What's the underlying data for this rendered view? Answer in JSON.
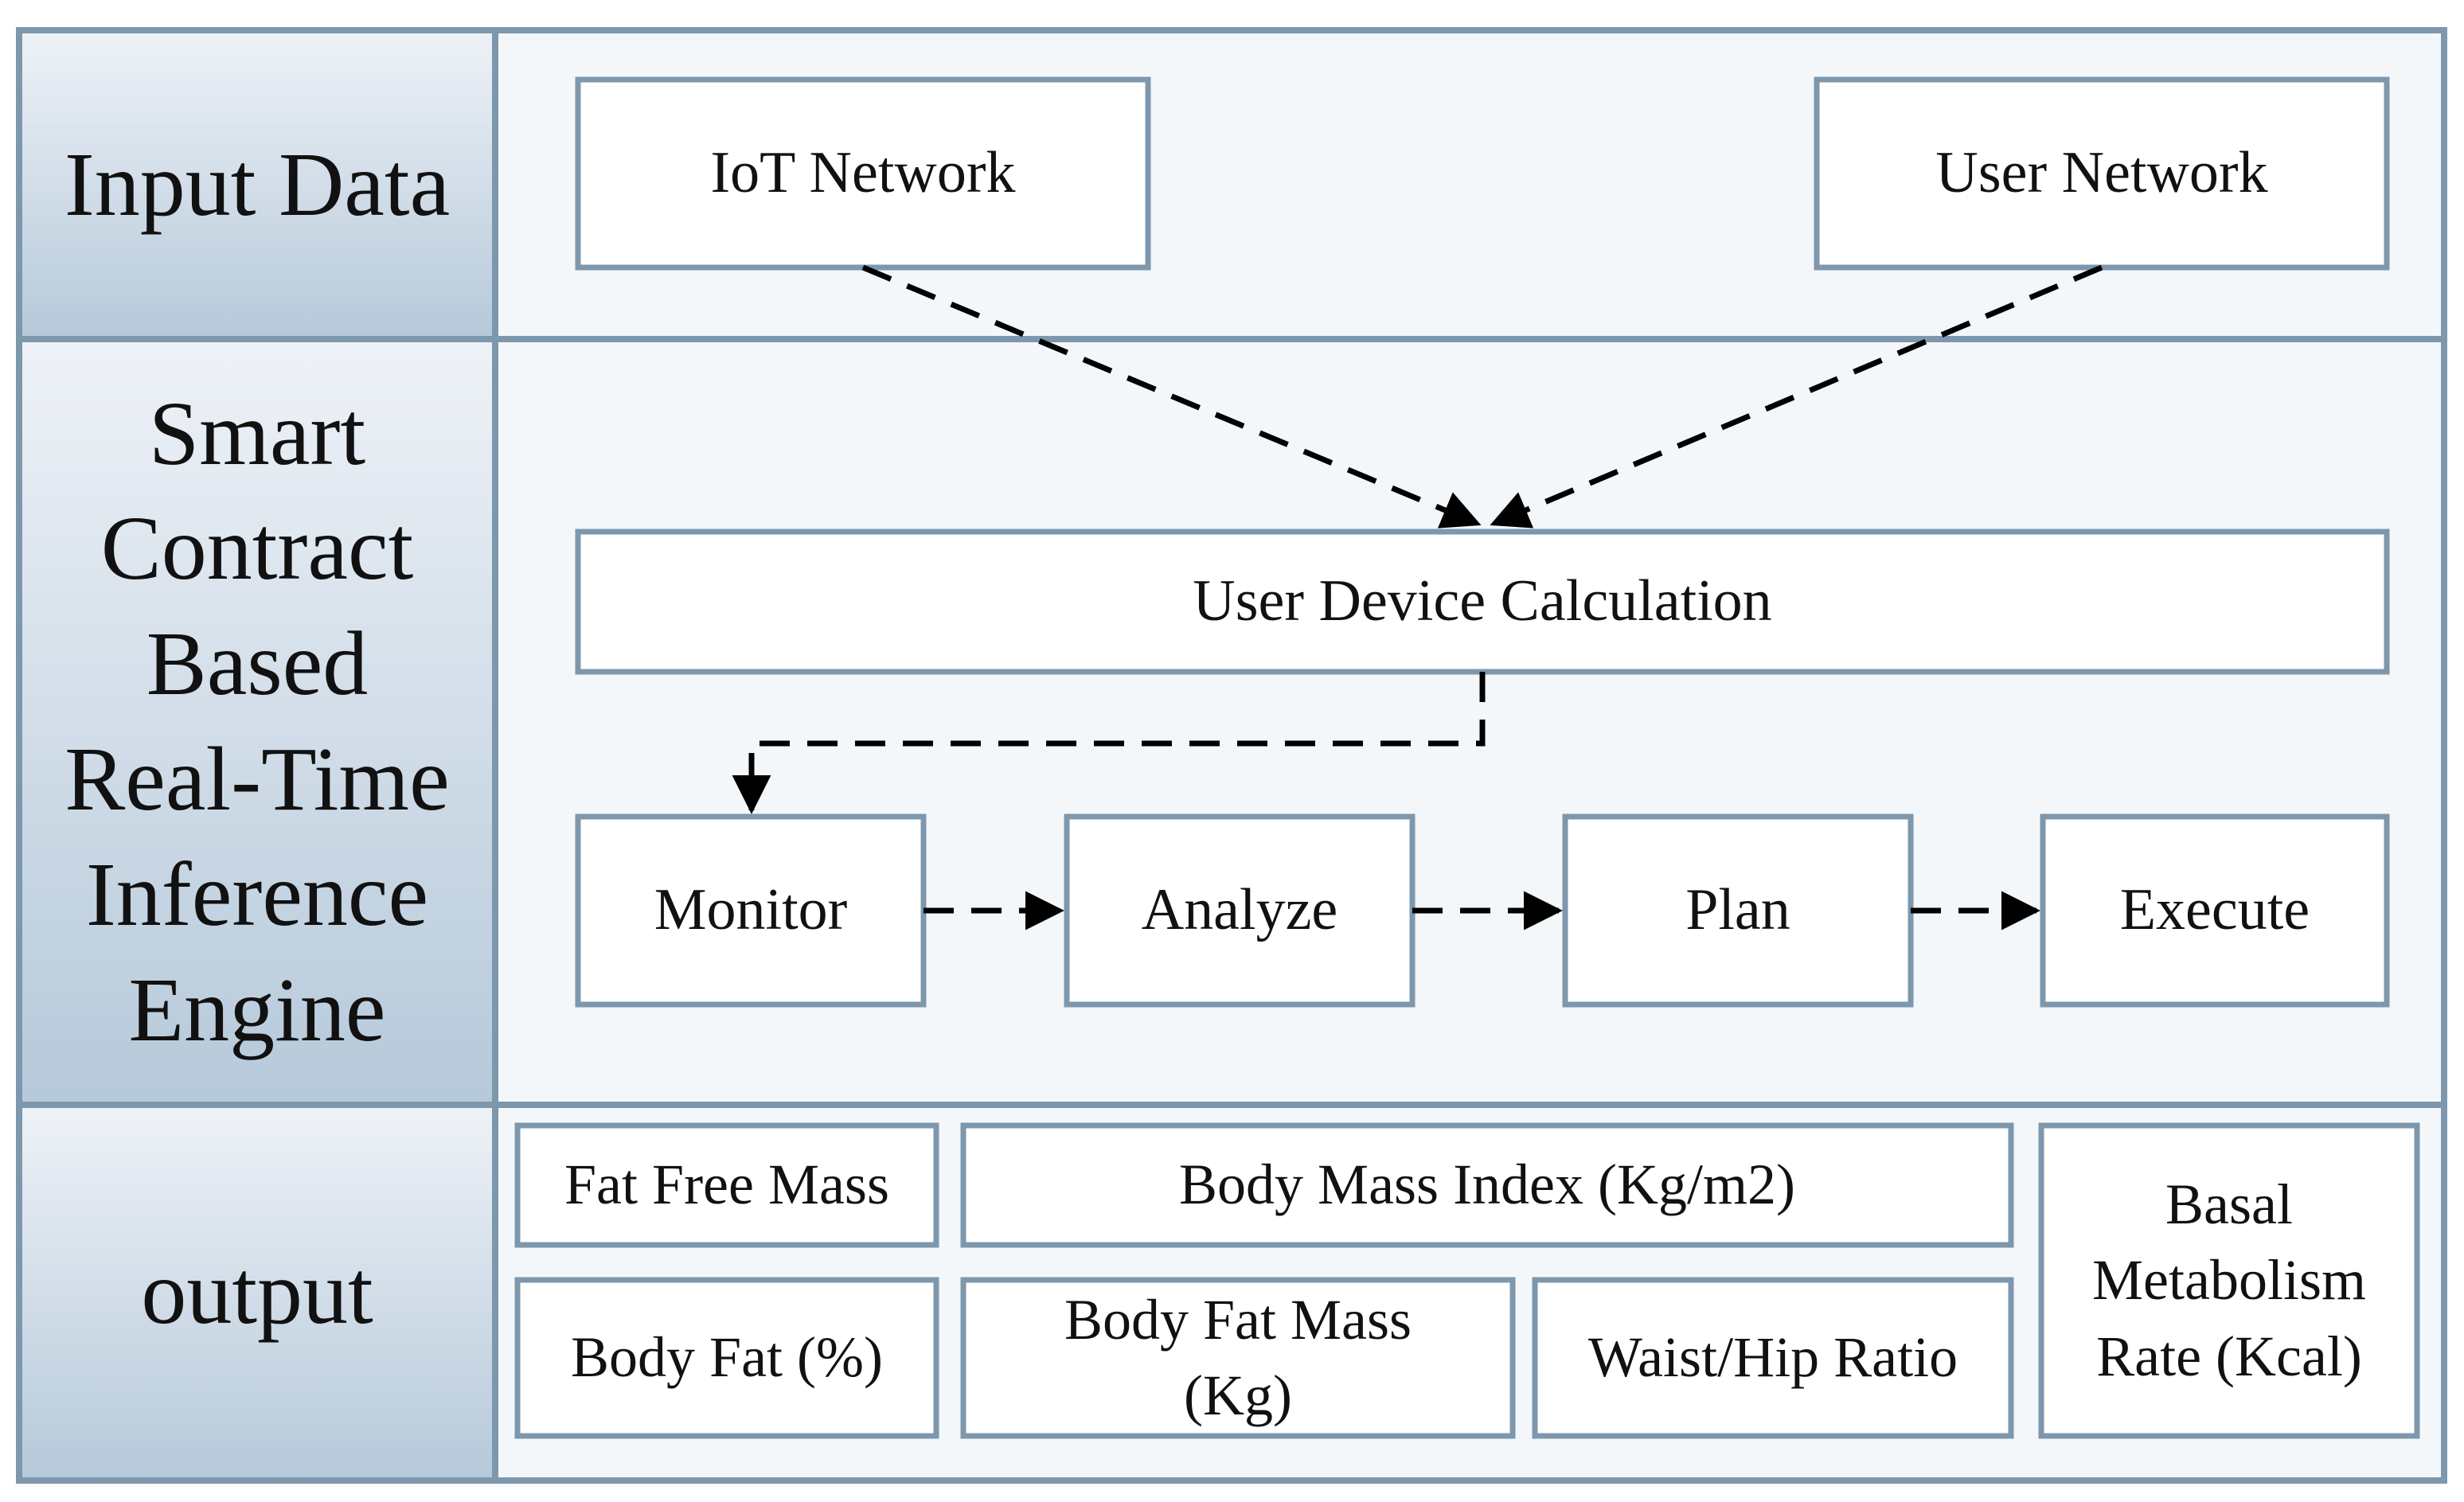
{
  "lanes": {
    "input": "Input Data",
    "engine": [
      "Smart",
      "Contract",
      "Based",
      "Real-Time",
      "Inference",
      "Engine"
    ],
    "output": "output"
  },
  "input_nodes": {
    "iot_network": "IoT Network",
    "user_network": "User Network"
  },
  "engine_nodes": {
    "user_device_calculation": "User Device Calculation",
    "monitor": "Monitor",
    "analyze": "Analyze",
    "plan": "Plan",
    "execute": "Execute"
  },
  "output_nodes": {
    "fat_free_mass": "Fat Free Mass",
    "body_mass_index": "Body Mass Index (Kg/m2)",
    "basal_metabolism_rate": [
      "Basal",
      "Metabolism",
      "Rate (Kcal)"
    ],
    "body_fat": "Body Fat (%)",
    "body_fat_mass": [
      "Body Fat Mass",
      "(Kg)"
    ],
    "waist_hip_ratio": "Waist/Hip Ratio"
  },
  "colors": {
    "border": "#7d97ad",
    "panel": "#f4f7fa",
    "lane_gradient_top": "#eef2f7",
    "lane_gradient_bottom": "#b6c9da",
    "arrow": "#000000",
    "node_fill": "#ffffff"
  }
}
